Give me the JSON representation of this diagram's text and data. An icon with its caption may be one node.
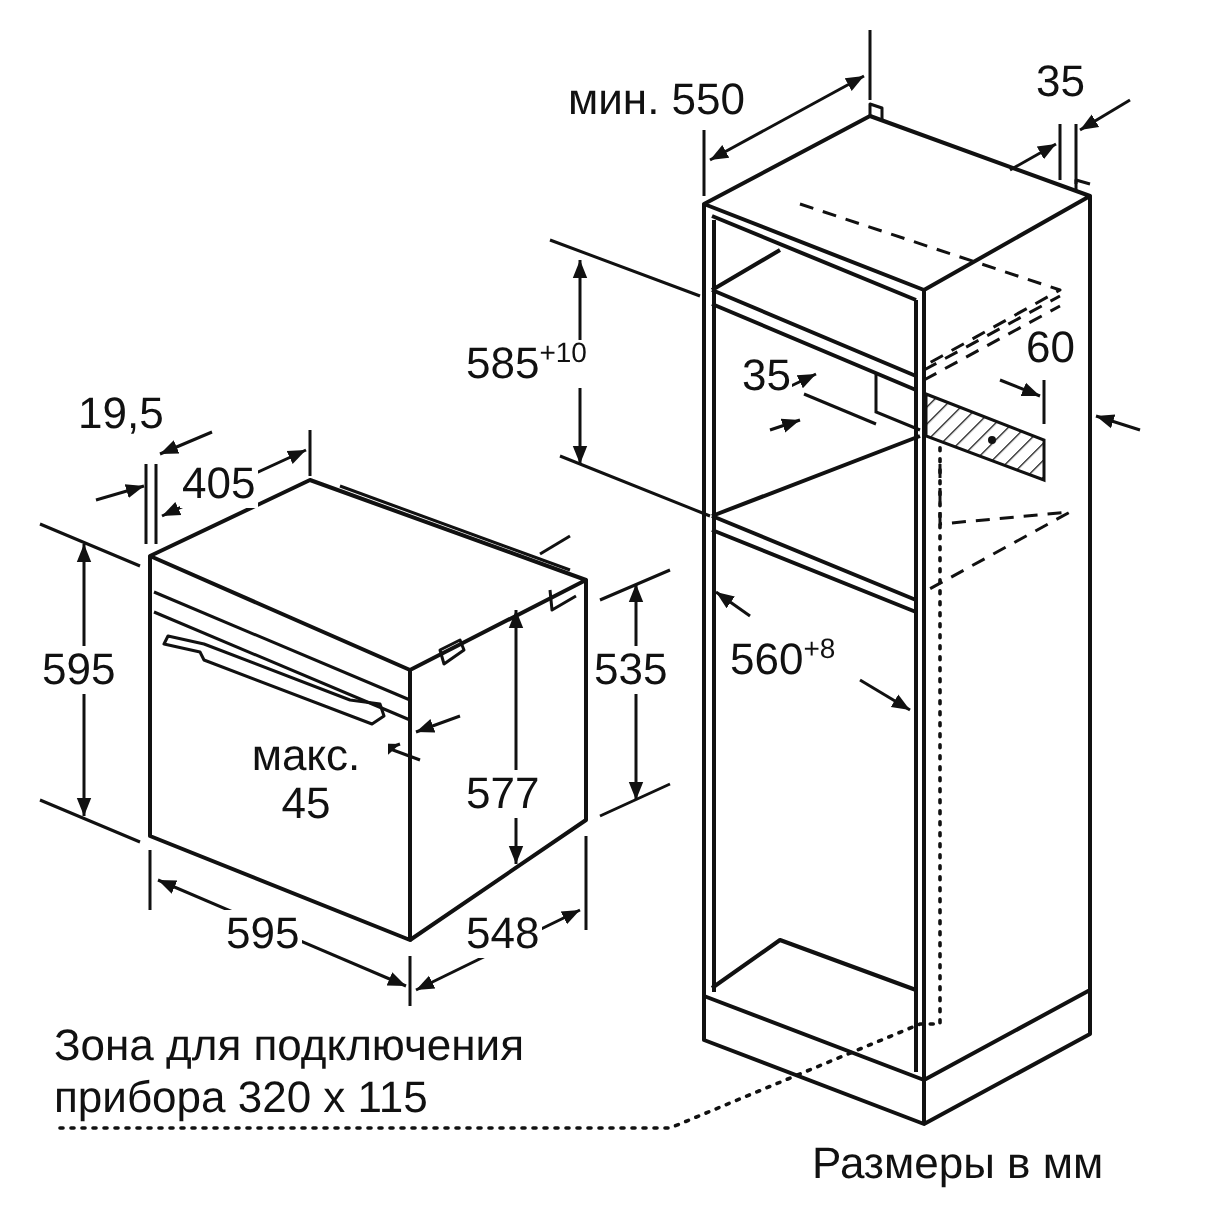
{
  "diagram": {
    "nodes": [
      {
        "text": [
          "Зона для подключения прибора 320 x 115"
        ]
      },
      {
        "text": [],
        "shape": "box"
      }
    ],
    "edges": [
      {
        "from": 0,
        "to": 1,
        "arrow": "none",
        "style": "dashed"
      }
    ],
    "labels": [
      "мин. 550",
      "35",
      "585$^{+10}$",
      "35",
      "60",
      "19,5",
      "405",
      "595",
      "535",
      "560$^{+8}$",
      "макс. 45",
      "577",
      "595",
      "548",
      "Размеры в мм"
    ]
  }
}
